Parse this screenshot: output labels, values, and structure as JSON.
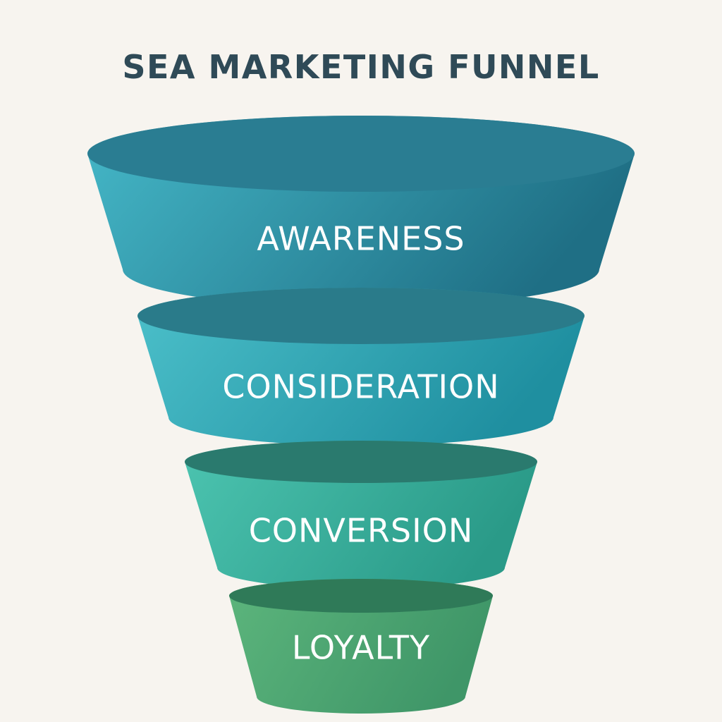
{
  "title": "SEA MARKETING FUNNEL",
  "stages": [
    {
      "label": "AWARENESS",
      "top_color": "#2a7d92",
      "left_color": "#45b8c8",
      "right_color": "#1f6f85",
      "bottom_color": "#2a8aa0"
    },
    {
      "label": "CONSIDERATION",
      "top_color": "#2a7b8a",
      "left_color": "#4cc0ca",
      "right_color": "#1f8fa0",
      "bottom_color": "#2aa0b0"
    },
    {
      "label": "CONVERSION",
      "top_color": "#2a7a6e",
      "left_color": "#4cc4b0",
      "right_color": "#2a9a88",
      "bottom_color": "#34ac98"
    },
    {
      "label": "LOYALTY",
      "top_color": "#2f7a58",
      "left_color": "#5cb57c",
      "right_color": "#3f9668",
      "bottom_color": "#4aa46f"
    }
  ]
}
